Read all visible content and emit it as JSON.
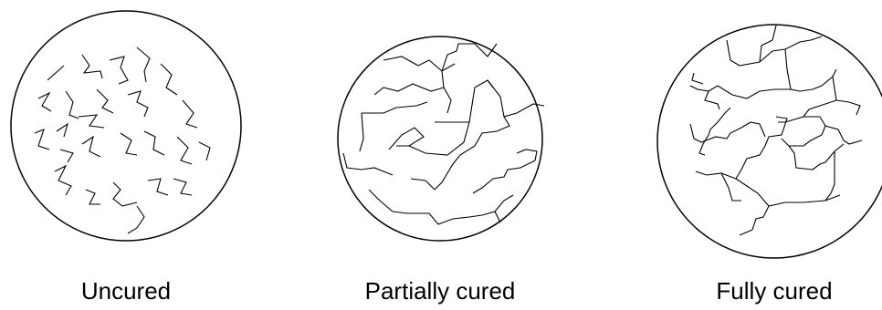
{
  "panels": [
    {
      "label": "Uncured"
    },
    {
      "label": "Partially cured"
    },
    {
      "label": "Fully cured"
    }
  ],
  "colors": {
    "background": "#ffffff",
    "line": "#000000"
  }
}
